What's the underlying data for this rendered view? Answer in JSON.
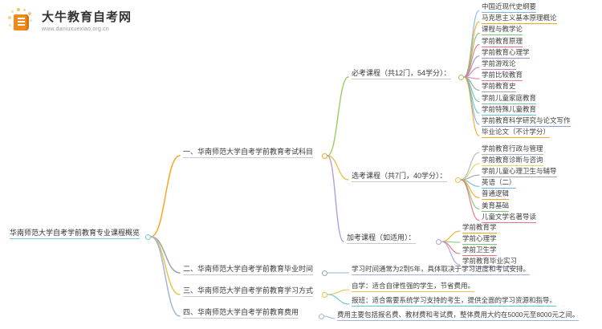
{
  "logo": {
    "name": "大牛教育自考网",
    "url": "www.daniuxuexiao.org.cn",
    "mark": "book-icon",
    "brand_color": "#f2911d"
  },
  "mindmap": {
    "root": {
      "label": "华南师范大学自考学前教育专业课程概览",
      "accent": "#6fc9da"
    },
    "branches": [
      {
        "label": "一、华南师范大学自考学前教育考试科目",
        "accent": "#f5a623",
        "groups": [
          {
            "label": "必考课程（共12门，54学分）：",
            "accent": "#9ccc65",
            "items": [
              {
                "label": "中国近现代史纲要",
                "accent": "#7eb6e8"
              },
              {
                "label": "马克思主义基本原理概论",
                "accent": "#f5a623"
              },
              {
                "label": "课程与教学论",
                "accent": "#7cc576"
              },
              {
                "label": "学前教育原理",
                "accent": "#e8737d"
              },
              {
                "label": "学前教育心理学",
                "accent": "#9b8fd4"
              },
              {
                "label": "学前游戏论",
                "accent": "#cf7fc4"
              },
              {
                "label": "学前比较教育",
                "accent": "#e87ab0"
              },
              {
                "label": "学前教育史",
                "accent": "#9aa5b1"
              },
              {
                "label": "学前儿童家庭教育",
                "accent": "#7cc49a"
              },
              {
                "label": "学前特殊儿童教育",
                "accent": "#5bc8d6"
              },
              {
                "label": "学前教育科学研究与论文写作",
                "accent": "#7fa8e0"
              },
              {
                "label": "毕业论文（不计学分）",
                "accent": "#f5a623"
              }
            ]
          },
          {
            "label": "选考课程（共7门，40学分）：",
            "accent": "#e8c34a",
            "items": [
              {
                "label": "学前教育行政与管理",
                "accent": "#b0b6bd"
              },
              {
                "label": "学前教育诊断与咨询",
                "accent": "#e0d46a"
              },
              {
                "label": "学前儿童心理卫生与辅导",
                "accent": "#9aa5b1"
              },
              {
                "label": "英语（二）",
                "accent": "#6fb7e8"
              },
              {
                "label": "普通逻辑",
                "accent": "#f5a623"
              },
              {
                "label": "美育基础",
                "accent": "#7cc576"
              },
              {
                "label": "儿童文学名著导读",
                "accent": "#e8737d"
              }
            ]
          },
          {
            "label": "加考课程（如适用）：",
            "accent": "#b39ddb",
            "items": [
              {
                "label": "学前教育学",
                "accent": "#f5a623"
              },
              {
                "label": "学前心理学",
                "accent": "#7cc576"
              },
              {
                "label": "学前卫生学",
                "accent": "#e8737d"
              },
              {
                "label": "学前教育毕业实习",
                "accent": "#b39ddb"
              }
            ]
          }
        ]
      },
      {
        "label": "二、华南师范大学自考学前教育毕业时间",
        "accent": "#9aa5b1",
        "details": [
          {
            "label": "学习时间通常为2到5年，具体取决于学习进度和考试安排。",
            "accent": "#9fb6d6"
          }
        ]
      },
      {
        "label": "三、华南师范大学自考学前教育学习方式",
        "accent": "#e8c34a",
        "details": [
          {
            "label": "自学：适合自律性强的学生，节省费用。",
            "accent": "#e8c34a"
          },
          {
            "label": "报班：适合需要系统学习支持的考生，提供全面的学习资源和指导。",
            "accent": "#5bc8d6"
          }
        ]
      },
      {
        "label": "四、华南师范大学自考学前教育费用",
        "accent": "#9fb6d6",
        "details": [
          {
            "label": "费用主要包括报名费、教材费和考试费，整体费用大约在5000元至8000元之间。",
            "accent": "#9fb6d6"
          }
        ]
      }
    ]
  }
}
